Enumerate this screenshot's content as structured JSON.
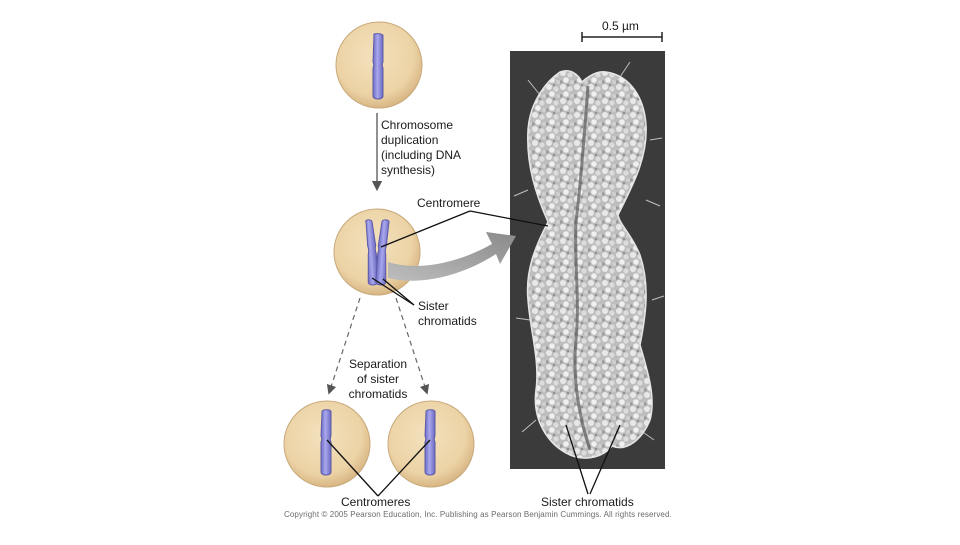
{
  "scale_bar": {
    "label": "0.5 µm"
  },
  "labels": {
    "duplication": "Chromosome\nduplication\n(including DNA\nsynthesis)",
    "centromere": "Centromere",
    "sister_chromatids_top": "Sister\nchromatids",
    "separation": "Separation\nof sister\nchromatids",
    "centromeres": "Centromeres",
    "sister_chromatids_bottom": "Sister chromatids"
  },
  "copyright": "Copyright © 2005 Pearson Education, Inc. Publishing as Pearson Benjamin Cummings. All rights reserved.",
  "colors": {
    "cell_fill": "#ecd3a6",
    "cell_edge": "#c8a97a",
    "chromosome": "#8c8ad8",
    "micrograph_bg": "#3a3a3a",
    "chromosome_sem": "#cfcfcf"
  }
}
